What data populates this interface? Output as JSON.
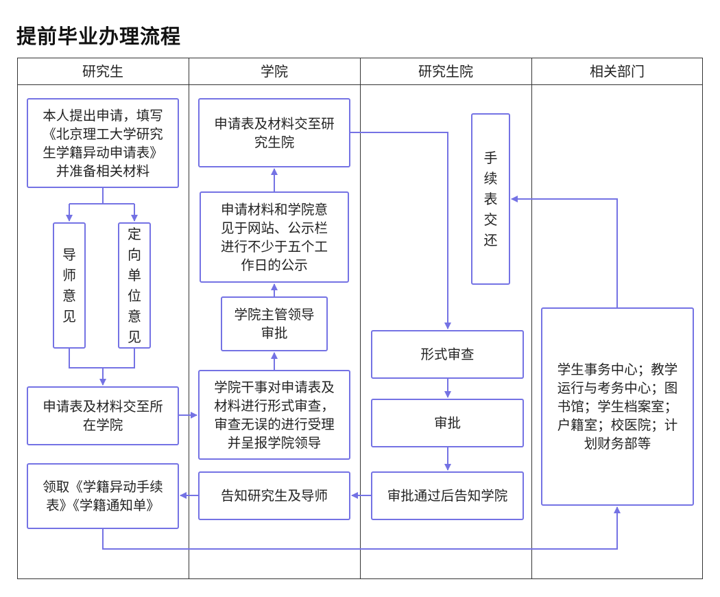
{
  "title": "提前毕业办理流程",
  "lanes": [
    "研究生",
    "学院",
    "研究生院",
    "相关部门"
  ],
  "nodes": {
    "apply": "本人提出申请，填写\n《北京理工大学研究\n生学籍异动申请表》\n并准备相关材料",
    "advisor": "导\n师\n意\n见",
    "unit": "定\n向\n单\n位\n意\n见",
    "submit_college": "申请表及材料交至所\n在学院",
    "receive_forms": "领取《学籍异动手续\n表》《学籍通知单》",
    "submit_grad": "申请表及材料交至研\n究生院",
    "publicity": "申请材料和学院意\n见于网站、公示栏\n进行不少于五个工\n作日的公示",
    "leader_approve": "学院主管领导\n审批",
    "staff_review": "学院干事对申请表及\n材料进行形式审查，\n审查无误的进行受理\n并呈报学院领导",
    "notify_student": "告知研究生及导师",
    "return_forms": "手\n续\n表\n交\n还",
    "formal_review": "形式审查",
    "approve": "审批",
    "notify_college": "审批通过后告知学院",
    "departments": "学生事务中心；教学\n运行与考务中心；图\n书馆；学生档案室；\n户籍室；校医院；计\n划财务部等"
  },
  "colors": {
    "accent": "#7472e4",
    "border": "#333333"
  }
}
